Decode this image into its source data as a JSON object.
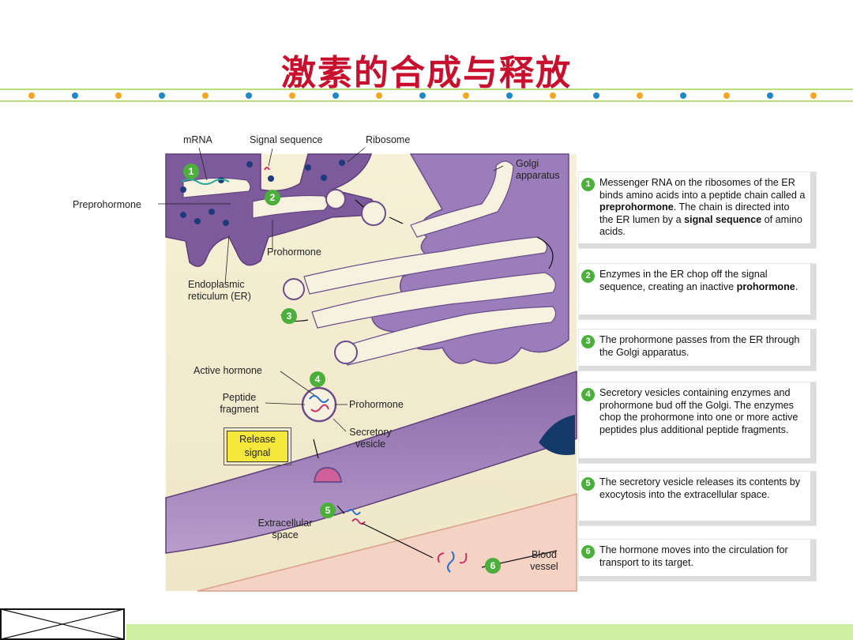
{
  "title": "激素的合成与释放",
  "colors": {
    "title": "#c8102e",
    "dot_orange": "#f5a623",
    "dot_blue": "#1e88c8",
    "step_green": "#4caf3c",
    "bottom_bar": "#cdf0a0",
    "release_signal": "#f5e83a"
  },
  "diagram_labels": {
    "mrna": "mRNA",
    "signal_sequence": "Signal sequence",
    "ribosome": "Ribosome",
    "golgi_line1": "Golgi",
    "golgi_line2": "apparatus",
    "preprohormone": "Preprohormone",
    "prohormone_er": "Prohormone",
    "er_line1": "Endoplasmic",
    "er_line2": "reticulum (ER)",
    "active_hormone": "Active hormone",
    "peptide_line1": "Peptide",
    "peptide_line2": "fragment",
    "prohormone_vesicle": "Prohormone",
    "secretory_line1": "Secretory",
    "secretory_line2": "vesicle",
    "release_line1": "Release",
    "release_line2": "signal",
    "extracellular_line1": "Extracellular",
    "extracellular_line2": "space",
    "blood_line1": "Blood",
    "blood_line2": "vessel"
  },
  "step_markers": [
    "1",
    "2",
    "3",
    "4",
    "5",
    "6"
  ],
  "steps": [
    {
      "num": "1",
      "t1": "Messenger RNA on the ribosomes of the ER binds amino acids into a peptide chain called a ",
      "b1": "preprohormone",
      "t2": ". The chain is directed into the ER lumen by a ",
      "b2": "signal sequence",
      "t3": " of amino acids."
    },
    {
      "num": "2",
      "t1": "Enzymes in the ER chop off the signal sequence, creating an inactive ",
      "b1": "prohormone",
      "t2": "."
    },
    {
      "num": "3",
      "t1": "The prohormone passes from the ER through the Golgi apparatus."
    },
    {
      "num": "4",
      "t1": "Secretory vesicles containing enzymes and prohormone bud off the Golgi. The enzymes chop the prohormone into one or more active peptides plus additional peptide fragments."
    },
    {
      "num": "5",
      "t1": "The secretory vesicle releases its contents by exocytosis into the extracellular space."
    },
    {
      "num": "6",
      "t1": "The hormone moves into the circulation for transport to its target."
    }
  ]
}
